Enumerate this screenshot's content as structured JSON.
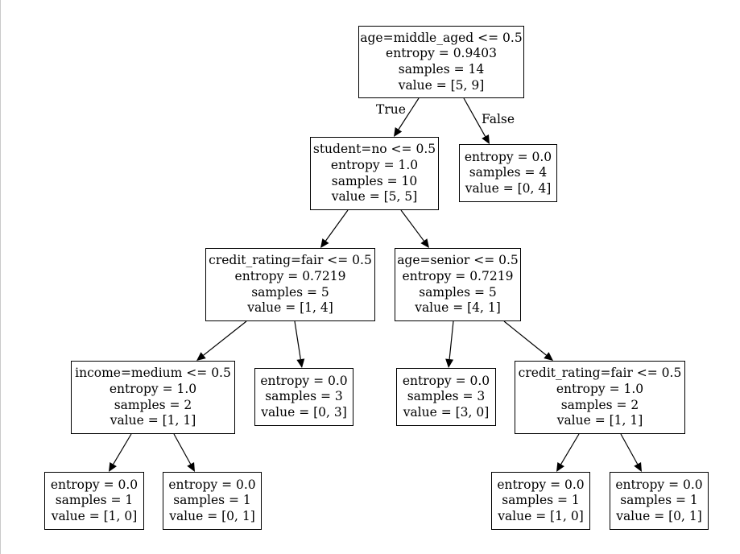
{
  "tree": {
    "nodes": {
      "n0": {
        "lines": [
          "age=middle_aged <= 0.5",
          "entropy = 0.9403",
          "samples = 14",
          "value = [5, 9]"
        ]
      },
      "n1": {
        "lines": [
          "student=no <= 0.5",
          "entropy = 1.0",
          "samples = 10",
          "value = [5, 5]"
        ]
      },
      "n2": {
        "lines": [
          "entropy = 0.0",
          "samples = 4",
          "value = [0, 4]"
        ]
      },
      "n3": {
        "lines": [
          "credit_rating=fair  <= 0.5",
          "entropy = 0.7219",
          "samples = 5",
          "value = [1, 4]"
        ]
      },
      "n4": {
        "lines": [
          "age=senior <= 0.5",
          "entropy = 0.7219",
          "samples = 5",
          "value = [4, 1]"
        ]
      },
      "n5": {
        "lines": [
          "income=medium <= 0.5",
          "entropy = 1.0",
          "samples = 2",
          "value = [1, 1]"
        ]
      },
      "n6": {
        "lines": [
          "entropy = 0.0",
          "samples = 3",
          "value = [0, 3]"
        ]
      },
      "n7": {
        "lines": [
          "entropy = 0.0",
          "samples = 3",
          "value = [3, 0]"
        ]
      },
      "n8": {
        "lines": [
          "credit_rating=fair  <= 0.5",
          "entropy = 1.0",
          "samples = 2",
          "value = [1, 1]"
        ]
      },
      "n9": {
        "lines": [
          "entropy = 0.0",
          "samples = 1",
          "value = [1, 0]"
        ]
      },
      "n10": {
        "lines": [
          "entropy = 0.0",
          "samples = 1",
          "value = [0, 1]"
        ]
      },
      "n11": {
        "lines": [
          "entropy = 0.0",
          "samples = 1",
          "value = [1, 0]"
        ]
      },
      "n12": {
        "lines": [
          "entropy = 0.0",
          "samples = 1",
          "value = [0, 1]"
        ]
      }
    },
    "edge_labels": {
      "true": "True",
      "false": "False"
    }
  }
}
